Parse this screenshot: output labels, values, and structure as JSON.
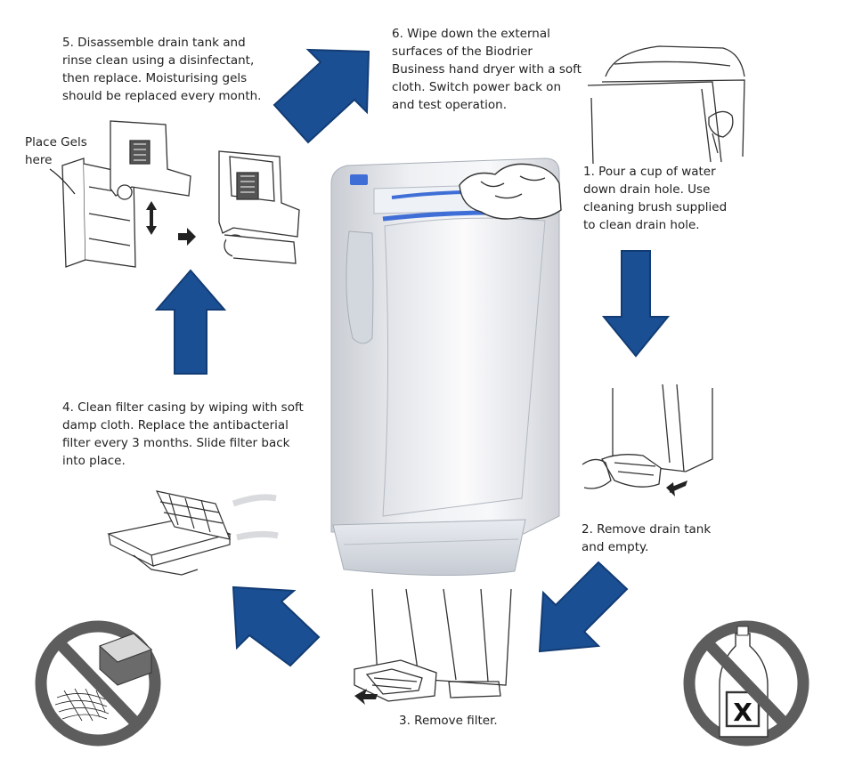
{
  "colors": {
    "arrow": "#1b4f94",
    "arrow_edge": "#123c74",
    "prohibit": "#5d5d5d",
    "dryer_body": "#e3e6eb",
    "dryer_accent": "#3f6fd6",
    "line_art": "#333333"
  },
  "steps": {
    "step1": "1. Pour a cup of water\ndown drain hole.  Use\ncleaning brush supplied\nto clean drain hole.",
    "step2": "2. Remove drain tank\nand empty.",
    "step3": "3. Remove filter.",
    "step4": "4. Clean filter casing by wiping with soft\ndamp cloth. Replace the antibacterial\nfilter every 3 months. Slide filter back\ninto place.",
    "step5": "5. Disassemble drain tank  and\nrinse clean using a disinfectant,\nthen replace. Moisturising gels\nshould be replaced every month.",
    "step6": "6. Wipe down the external\nsurfaces of   the Biodrier\nBusiness hand dryer with a soft\ncloth.  Switch power back on\nand test operation."
  },
  "callout": {
    "place_gels": "Place Gels\nhere"
  },
  "icons": {
    "no_abrasive": "no-abrasive-sponge-icon",
    "no_chemical": "no-chemical-bottle-icon",
    "bottle_mark": "X"
  }
}
